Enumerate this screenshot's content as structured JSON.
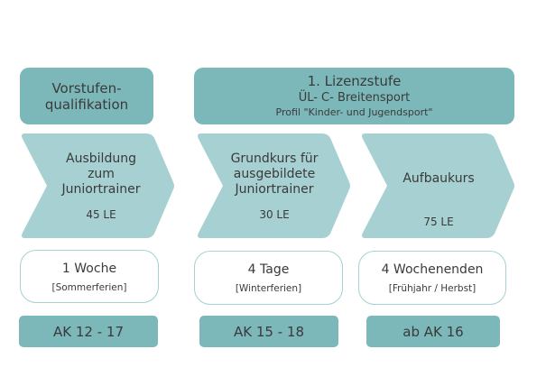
{
  "colors": {
    "dark_teal": "#7cb8ba",
    "light_teal": "#a6d0d1",
    "outline": "#a6d0d1",
    "text": "#3a3a3a"
  },
  "header": {
    "pre_stage": {
      "line1": "Vorstufen-",
      "line2": "qualifikation"
    },
    "license": {
      "line1": "1.  Lizenzstufe",
      "line2": "ÜL- C- Breitensport",
      "line3": "Profil \"Kinder- und Jugendsport\""
    }
  },
  "steps": [
    {
      "title_lines": [
        "Ausbildung",
        "zum",
        "Juniortrainer"
      ],
      "le": "45 LE",
      "duration": "1 Woche",
      "period": "[Sommerferien]",
      "age": "AK 12 - 17"
    },
    {
      "title_lines": [
        "Grundkurs für",
        "ausgebildete",
        "Juniortrainer"
      ],
      "le": "30 LE",
      "duration": "4 Tage",
      "period": "[Winterferien]",
      "age": "AK 15 - 18"
    },
    {
      "title_lines": [
        "Aufbaukurs"
      ],
      "le": "75 LE",
      "duration": "4 Wochenenden",
      "period": "[Frühjahr / Herbst]",
      "age": "ab AK 16"
    }
  ]
}
